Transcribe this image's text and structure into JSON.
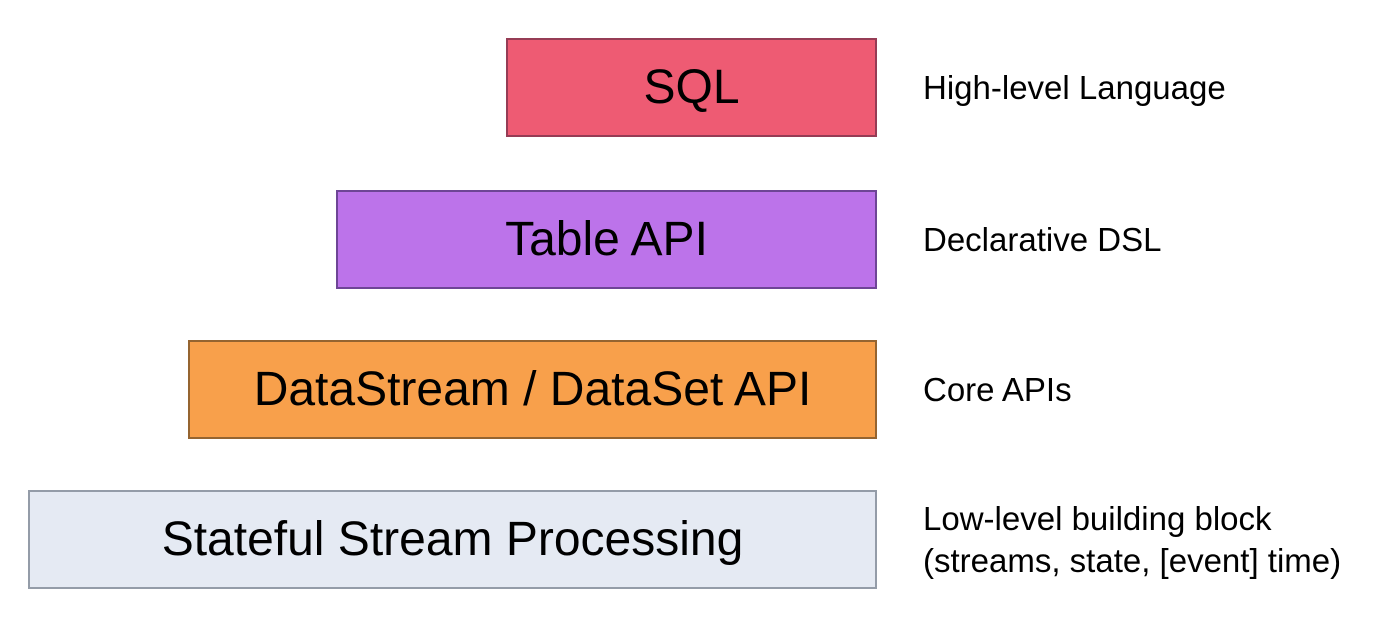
{
  "diagram": {
    "layers": [
      {
        "label": "SQL",
        "description": "High-level Language",
        "fill": "#EE5B73",
        "border": "#963C55"
      },
      {
        "label": "Table API",
        "description": "Declarative DSL",
        "fill": "#BC73EA",
        "border": "#6E4596"
      },
      {
        "label": "DataStream / DataSet API",
        "description": "Core APIs",
        "fill": "#F8A04B",
        "border": "#956430"
      },
      {
        "label": "Stateful Stream Processing",
        "description": "Low-level building block\n(streams, state, [event] time)",
        "fill": "#E5EAF3",
        "border": "#949CA8"
      }
    ]
  }
}
